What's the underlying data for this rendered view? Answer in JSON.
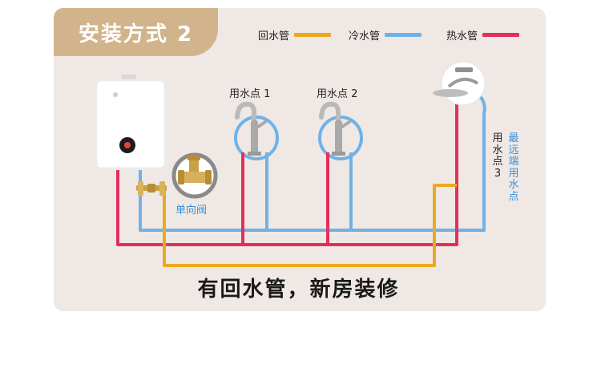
{
  "title": "安装方式 2",
  "legend": {
    "return": {
      "label": "回水管",
      "color": "#eba91f"
    },
    "cold": {
      "label": "冷水管",
      "color": "#6fb2e8"
    },
    "hot": {
      "label": "热水管",
      "color": "#e2305b"
    }
  },
  "points": {
    "p1": "用水点 1",
    "p2": "用水点 2",
    "p3_a": "用水点3",
    "p3_b": "最远端用水点"
  },
  "valve_label": "单向阀",
  "caption": "有回水管，新房装修",
  "colors": {
    "panel": "#efe8e4",
    "tab": "#d2b48c",
    "accent_blue": "#3a8fd8"
  }
}
